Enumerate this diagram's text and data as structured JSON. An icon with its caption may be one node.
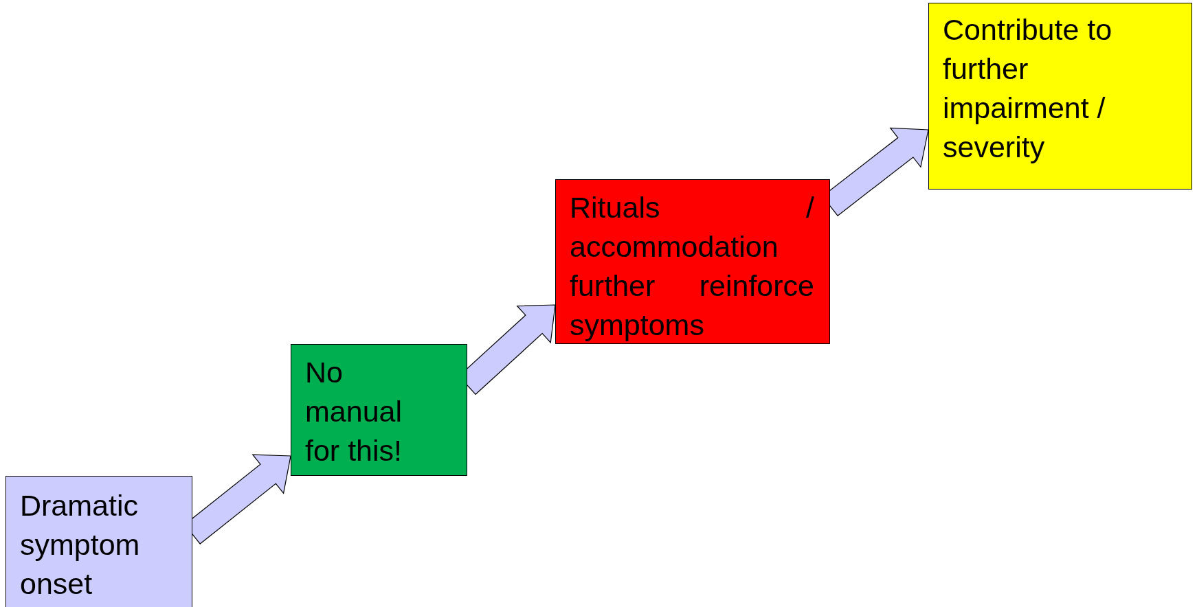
{
  "diagram": {
    "nodes": [
      {
        "text": [
          "Dramatic symptom onset"
        ]
      },
      {
        "text": [
          "No manual for this!"
        ]
      },
      {
        "text": [
          "Rituals / accommodation further  reinforce symptoms"
        ]
      },
      {
        "text": [
          "Contribute to further impairment / severity"
        ]
      }
    ],
    "edges": [
      {
        "from": 0,
        "to": 1,
        "arrow": "to"
      },
      {
        "from": 1,
        "to": 2,
        "arrow": "to"
      },
      {
        "from": 2,
        "to": 3,
        "arrow": "to"
      }
    ]
  }
}
